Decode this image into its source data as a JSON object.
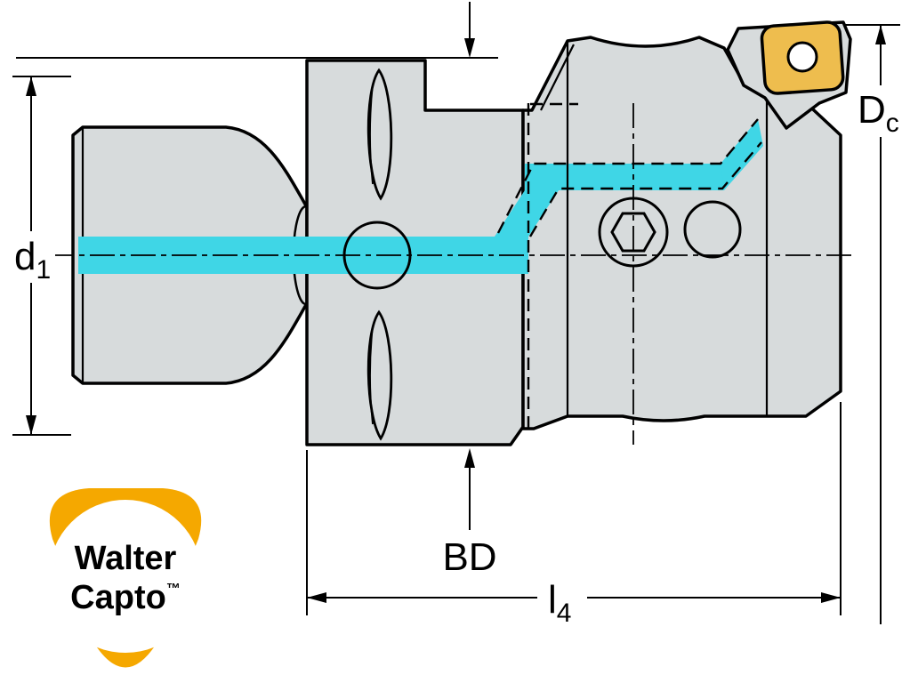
{
  "drawing": {
    "labels": {
      "d1_main": "d",
      "d1_sub": "1",
      "dc_main": "D",
      "dc_sub": "c",
      "bd": "BD",
      "l4_main": "l",
      "l4_sub": "4"
    },
    "colors": {
      "body": "#d7dbdc",
      "outline": "#000000",
      "coolant": "#3fd6e6",
      "insert": "#eebd4e",
      "logo_orange": "#f5a800",
      "logo_text": "#3d3d3d",
      "background": "#ffffff"
    }
  },
  "logo": {
    "line1": "Walter",
    "line2": "Capto",
    "tm": "™"
  }
}
